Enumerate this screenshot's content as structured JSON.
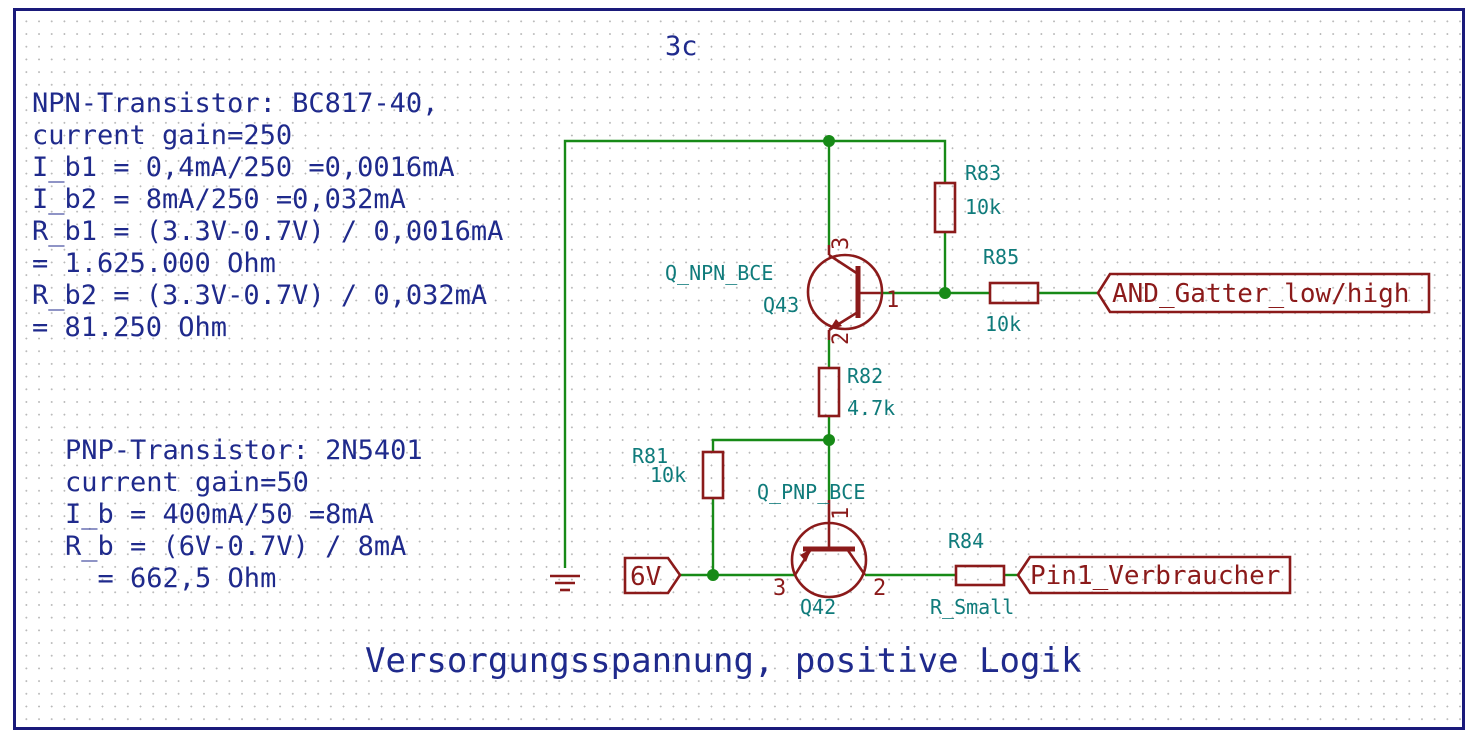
{
  "sheet": {
    "title": "3c",
    "footer": "Versorgungsspannung, positive Logik"
  },
  "notes": {
    "npn": [
      "NPN-Transistor: BC817-40,",
      "current gain=250",
      "I_b1 = 0,4mA/250 =0,0016mA",
      "I_b2 = 8mA/250 =0,032mA",
      "R_b1 = (3.3V-0.7V) / 0,0016mA",
      "= 1.625.000 Ohm",
      "R_b2 = (3.3V-0.7V) / 0,032mA",
      "= 81.250 Ohm"
    ],
    "pnp": [
      "PNP-Transistor: 2N5401",
      "current gain=50",
      "I_b = 400mA/50 =8mA",
      "R_b = (6V-0.7V) / 8mA",
      "  = 662,5 Ohm"
    ]
  },
  "components": {
    "r83": {
      "ref": "R83",
      "value": "10k"
    },
    "r85": {
      "ref": "R85",
      "value": "10k"
    },
    "r82": {
      "ref": "R82",
      "value": "4.7k"
    },
    "r81": {
      "ref": "R81",
      "value": "10k"
    },
    "r84": {
      "ref": "R84",
      "value": "R_Small"
    },
    "q43": {
      "ref": "Q43",
      "value": "Q_NPN_BCE",
      "pins": [
        "1",
        "2",
        "3"
      ]
    },
    "q42": {
      "ref": "Q42",
      "value": "Q_PNP_BCE",
      "pins": [
        "1",
        "2",
        "3"
      ]
    }
  },
  "labels": {
    "and_gate": "AND_Gatter_low/high",
    "supply": "6V",
    "load": "Pin1_Verbraucher"
  },
  "colors": {
    "wire": "#178a17",
    "component": "#8b1a1a",
    "reference": "#0f7b7b",
    "note": "#1f2a8c",
    "frame": "#1a1a7a"
  },
  "icons": {
    "ground": "ground-symbol-icon"
  }
}
